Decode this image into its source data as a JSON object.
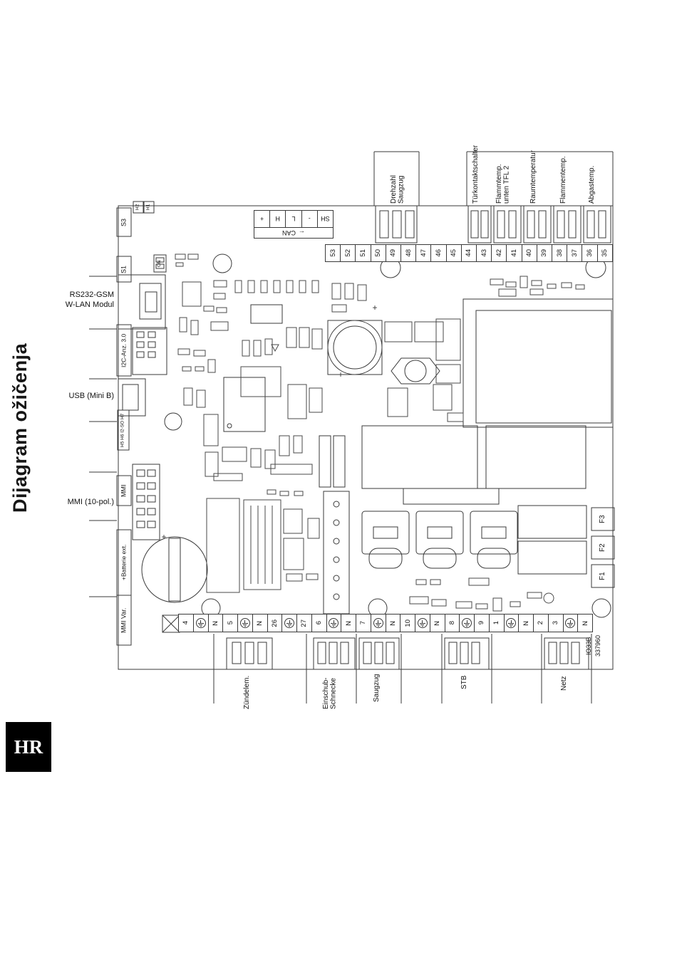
{
  "page": {
    "title": "Dijagram ožičenja",
    "lang_badge": "HR"
  },
  "board": {
    "part_number": [
      "IO33B",
      "337960"
    ],
    "fuse_labels": [
      "F3",
      "F2",
      "F1"
    ],
    "polarity_plus": "+",
    "can_block": {
      "arrow": "←",
      "label": "CAN",
      "pins": [
        "SH",
        "-",
        "L",
        "H",
        "+"
      ]
    },
    "top_connectors": [
      "Drehzahl Saugzug",
      "Türkontaktschalter",
      "Flammtemp. unten TFL 2",
      "Raumtemperatur",
      "Flammentemp.",
      "Abgastemp."
    ],
    "top_terminal_numbers": [
      "53",
      "52",
      "51",
      "50",
      "49",
      "48",
      "47",
      "46",
      "45",
      "44",
      "43",
      "42",
      "41",
      "40",
      "39",
      "38",
      "37",
      "36",
      "35"
    ],
    "edge_labels": {
      "s3": "S3",
      "s1": "S1",
      "h2": "H2",
      "h1": "H1",
      "dip": "ON",
      "i2c": "I2C-Anz. 3.0",
      "header": "H5 H6 I2-SO H7",
      "mmi": "MMI",
      "battery": "+Batterie ext.",
      "mmi_var": "MMI Var."
    },
    "left_labels": {
      "rs232_line1": "RS232-GSM",
      "rs232_line2": "W-LAN Modul",
      "usb": "USB (Mini B)",
      "mmi": "MMI (10-pol.)"
    },
    "bottom_terminals": [
      "4",
      "⏚",
      "N",
      "5",
      "⏚",
      "N",
      "26",
      "⏚",
      "27",
      "6",
      "⏚",
      "N",
      "7",
      "⏚",
      "N",
      "10",
      "⏚",
      "N",
      "8",
      "⏚",
      "9",
      "1",
      "⏚",
      "N",
      "2",
      "3",
      "⏚",
      "N"
    ],
    "bottom_connectors": [
      "Zündelem.",
      "Einschub-Schnecke",
      "Saugzug",
      "STB",
      "Netz"
    ]
  }
}
